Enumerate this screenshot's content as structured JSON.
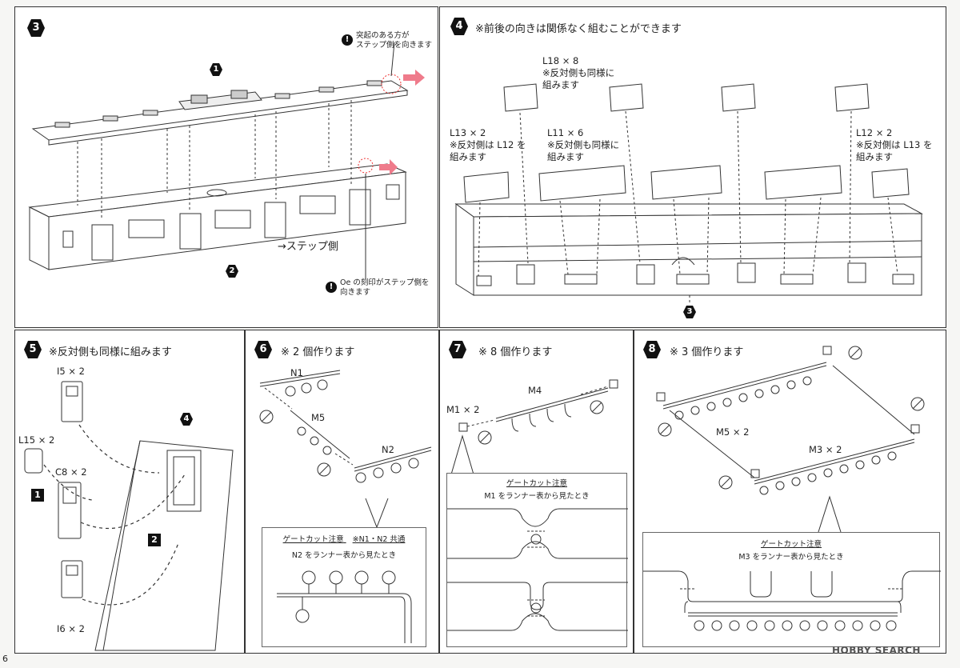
{
  "page_number": "6",
  "watermark": "HOBBY SEARCH",
  "steps": {
    "s3": {
      "num": "3",
      "note_top": "突起のある方が\nステップ側を向きます",
      "part1": "1",
      "part2": "2",
      "step_side": "→ステップ側",
      "note_bottom": "Oe の刻印がステップ側を\n向きます"
    },
    "s4": {
      "num": "4",
      "title": "※前後の向きは関係なく組むことができます",
      "l18": "L18 × 8\n※反対側も同様に\n組みます",
      "l13": "L13 × 2\n※反対側は L12 を\n組みます",
      "l11": "L11 × 6\n※反対側も同様に\n組みます",
      "l12": "L12 × 2\n※反対側は L13 を\n組みます",
      "part3": "3"
    },
    "s5": {
      "num": "5",
      "title": "※反対側も同様に組みます",
      "i5": "I5 × 2",
      "l15": "L15 × 2",
      "c8": "C8 × 2",
      "i6": "I6 × 2",
      "sq1": "1",
      "sq2": "2",
      "part4": "4"
    },
    "s6": {
      "num": "6",
      "title": "※ 2 個作ります",
      "n1": "N1",
      "m5": "M5",
      "n2": "N2",
      "gate_title": "ゲートカット注意",
      "gate_common": "※N1・N2 共通",
      "gate_sub": "N2 をランナー表から見たとき"
    },
    "s7": {
      "num": "7",
      "title": "※ 8 個作ります",
      "m4": "M4",
      "m1": "M1 × 2",
      "gate_title": "ゲートカット注意",
      "gate_sub": "M1 をランナー表から見たとき"
    },
    "s8": {
      "num": "8",
      "title": "※ 3 個作ります",
      "m5": "M5 × 2",
      "m3": "M3 × 2",
      "gate_title": "ゲートカット注意",
      "gate_sub": "M3 をランナー表から見たとき"
    }
  },
  "colors": {
    "arrow": "#ef7b8b",
    "ink": "#222222"
  }
}
